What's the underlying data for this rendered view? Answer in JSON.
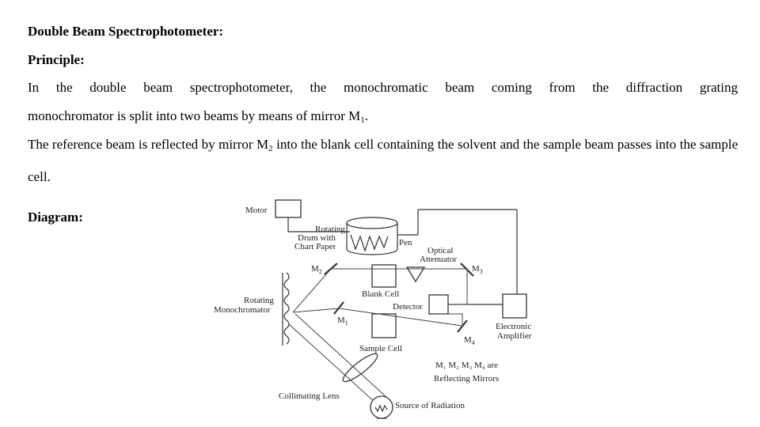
{
  "title": "Double Beam Spectrophotometer:",
  "principle_heading": "Principle:",
  "paragraph1": {
    "line1": "In the double beam spectrophotometer, the monochromatic beam coming from the diffraction grating",
    "line2_pre": "monochromator is split into two beams by means of mirror M",
    "line2_sub": "1",
    "line2_post": "."
  },
  "paragraph2": {
    "pre": "The reference beam is reflected by mirror M",
    "sub": "2",
    "post": " into the blank cell containing the solvent and the sample beam passes into the sample cell."
  },
  "diagram_heading": "Diagram:",
  "diagram": {
    "motor": "Motor",
    "drum_line1": "Rotating",
    "drum_line2": "Drum with",
    "drum_line3": "Chart Paper",
    "pen": "Pen",
    "optical_line1": "Optical",
    "optical_line2": "Attenuator",
    "m2": "M",
    "m2_sub": "2",
    "m3": "M",
    "m3_sub": "3",
    "m1": "M",
    "m1_sub": "1",
    "m4": "M",
    "m4_sub": "4",
    "blank_cell": "Blank Cell",
    "detector": "Detector",
    "mono_line1": "Rotating",
    "mono_line2": "Monochromator",
    "amp_line1": "Electronic",
    "amp_line2": "Amplifier",
    "sample_cell": "Sample Cell",
    "mirrors_line1": "M₁ M₂ M₃ M₄ are",
    "mirrors_line2": "Reflecting Mirrors",
    "lens": "Collimating Lens",
    "source": "Source of Radiation"
  }
}
